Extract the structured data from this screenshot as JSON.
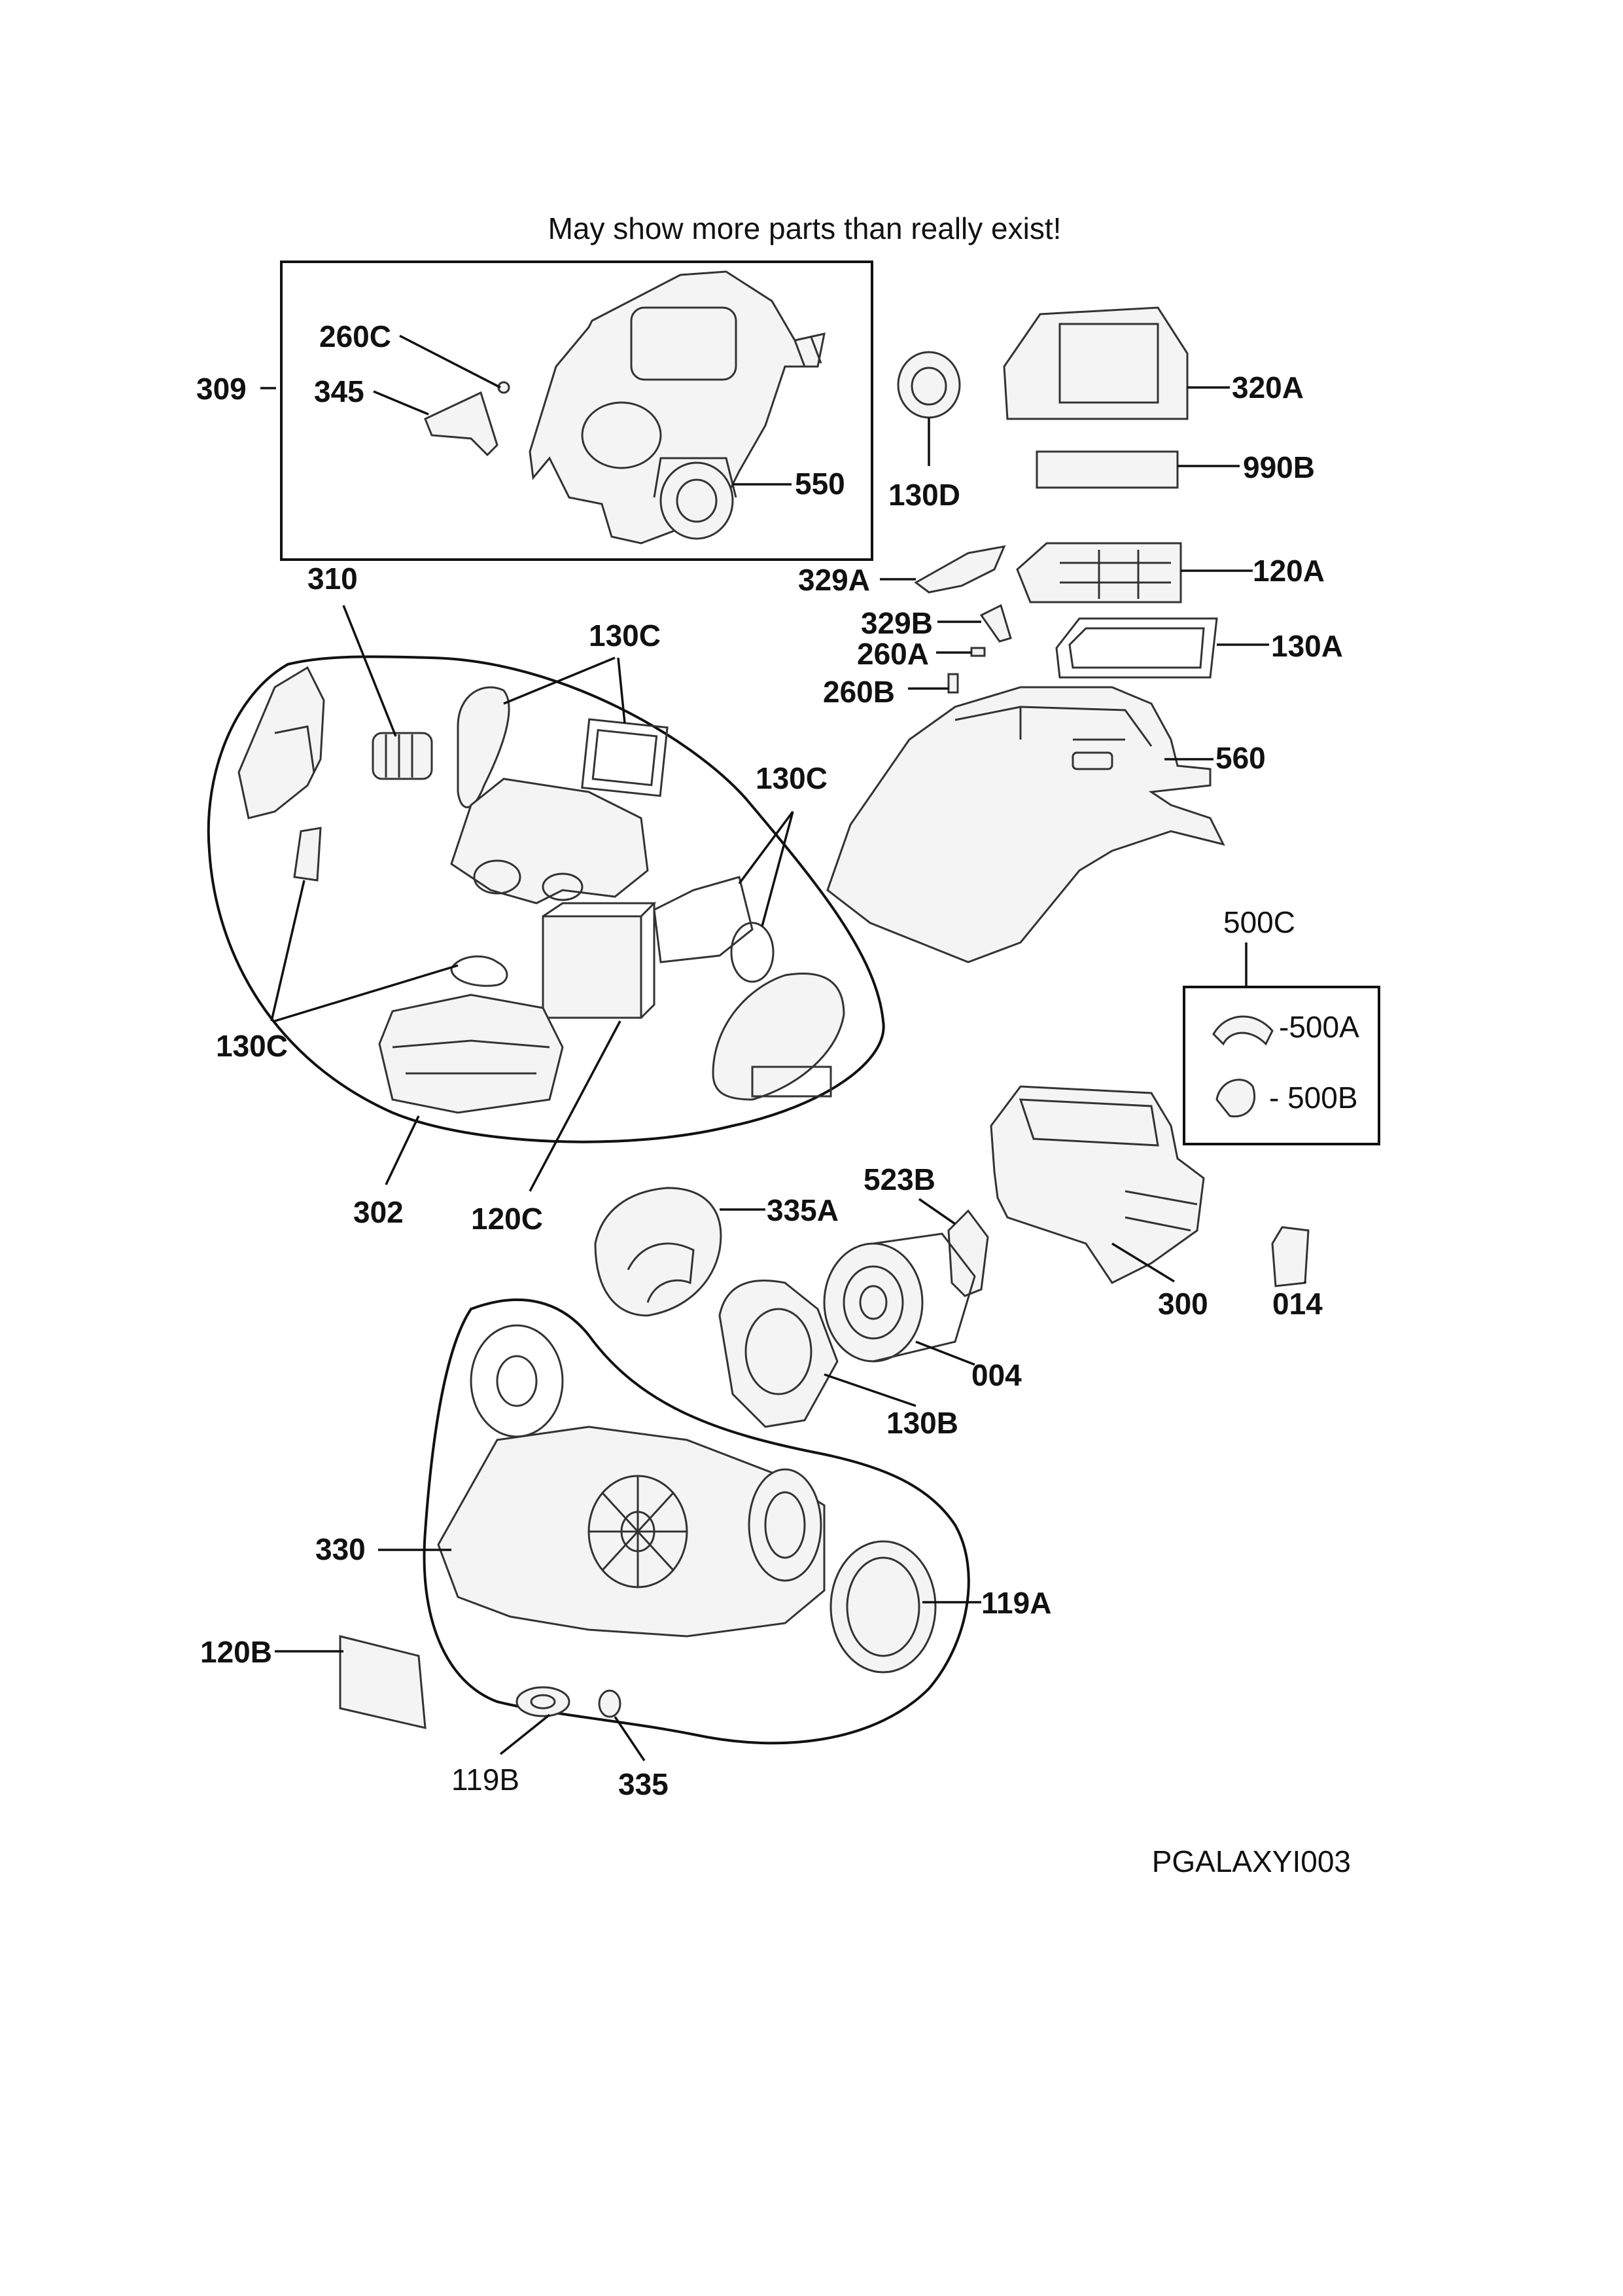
{
  "header": {
    "note": "May show more parts than really exist!"
  },
  "footer": {
    "code": "PGALAXYI003"
  },
  "labels": {
    "l309": "309",
    "l260C": "260C",
    "l345": "345",
    "l550": "550",
    "l130D": "130D",
    "l320A": "320A",
    "l990B": "990B",
    "l310": "310",
    "l130C_top": "130C",
    "l329A": "329A",
    "l120A": "120A",
    "l329B": "329B",
    "l260A": "260A",
    "l130A": "130A",
    "l260B": "260B",
    "l560": "560",
    "l130C_right": "130C",
    "l130C_left": "130C",
    "l302": "302",
    "l120C": "120C",
    "l500C": "500C",
    "l500A": "-500A",
    "l500B": "- 500B",
    "l523B": "523B",
    "l335A": "335A",
    "l300": "300",
    "l014": "014",
    "l004": "004",
    "l130B": "130B",
    "l330": "330",
    "l119A": "119A",
    "l120B": "120B",
    "l119B": "119B",
    "l335": "335"
  }
}
